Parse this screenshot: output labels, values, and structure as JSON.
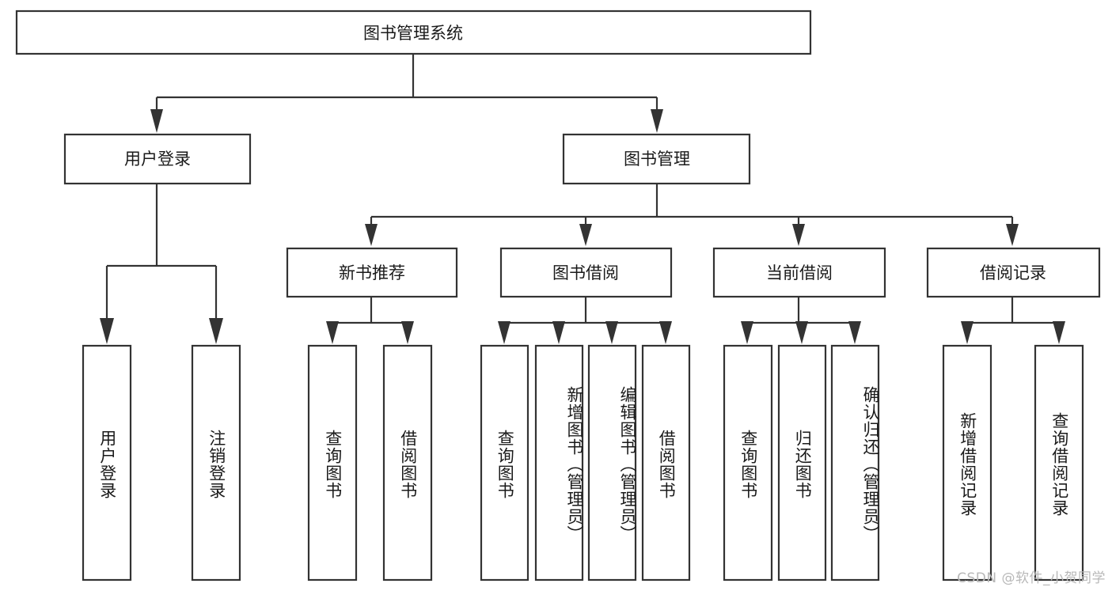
{
  "diagram": {
    "title_node": {
      "label": "图书管理系统"
    },
    "level2": [
      {
        "label": "用户登录"
      },
      {
        "label": "图书管理"
      }
    ],
    "level3": [
      {
        "label": "新书推荐"
      },
      {
        "label": "图书借阅"
      },
      {
        "label": "当前借阅"
      },
      {
        "label": "借阅记录"
      }
    ],
    "leaves": {
      "user_login": [
        {
          "label": "用户登录"
        },
        {
          "label": "注销登录"
        }
      ],
      "new_book_recommend": [
        {
          "label": "查询图书"
        },
        {
          "label": "借阅图书"
        }
      ],
      "book_borrow": [
        {
          "label": "查询图书"
        },
        {
          "label": "新增图书（管理员）"
        },
        {
          "label": "编辑图书（管理员）"
        },
        {
          "label": "借阅图书"
        }
      ],
      "current_borrow": [
        {
          "label": "查询图书"
        },
        {
          "label": "归还图书"
        },
        {
          "label": "确认归还（管理员）"
        }
      ],
      "borrow_record": [
        {
          "label": "新增借阅记录"
        },
        {
          "label": "查询借阅记录"
        }
      ]
    }
  },
  "watermark": {
    "text": "CSDN @软件_小贺同学"
  },
  "colors": {
    "box_stroke": "#333333",
    "box_fill": "#ffffff",
    "text": "#1a1a1a",
    "watermark": "#b8b8b8",
    "background": "#ffffff"
  }
}
